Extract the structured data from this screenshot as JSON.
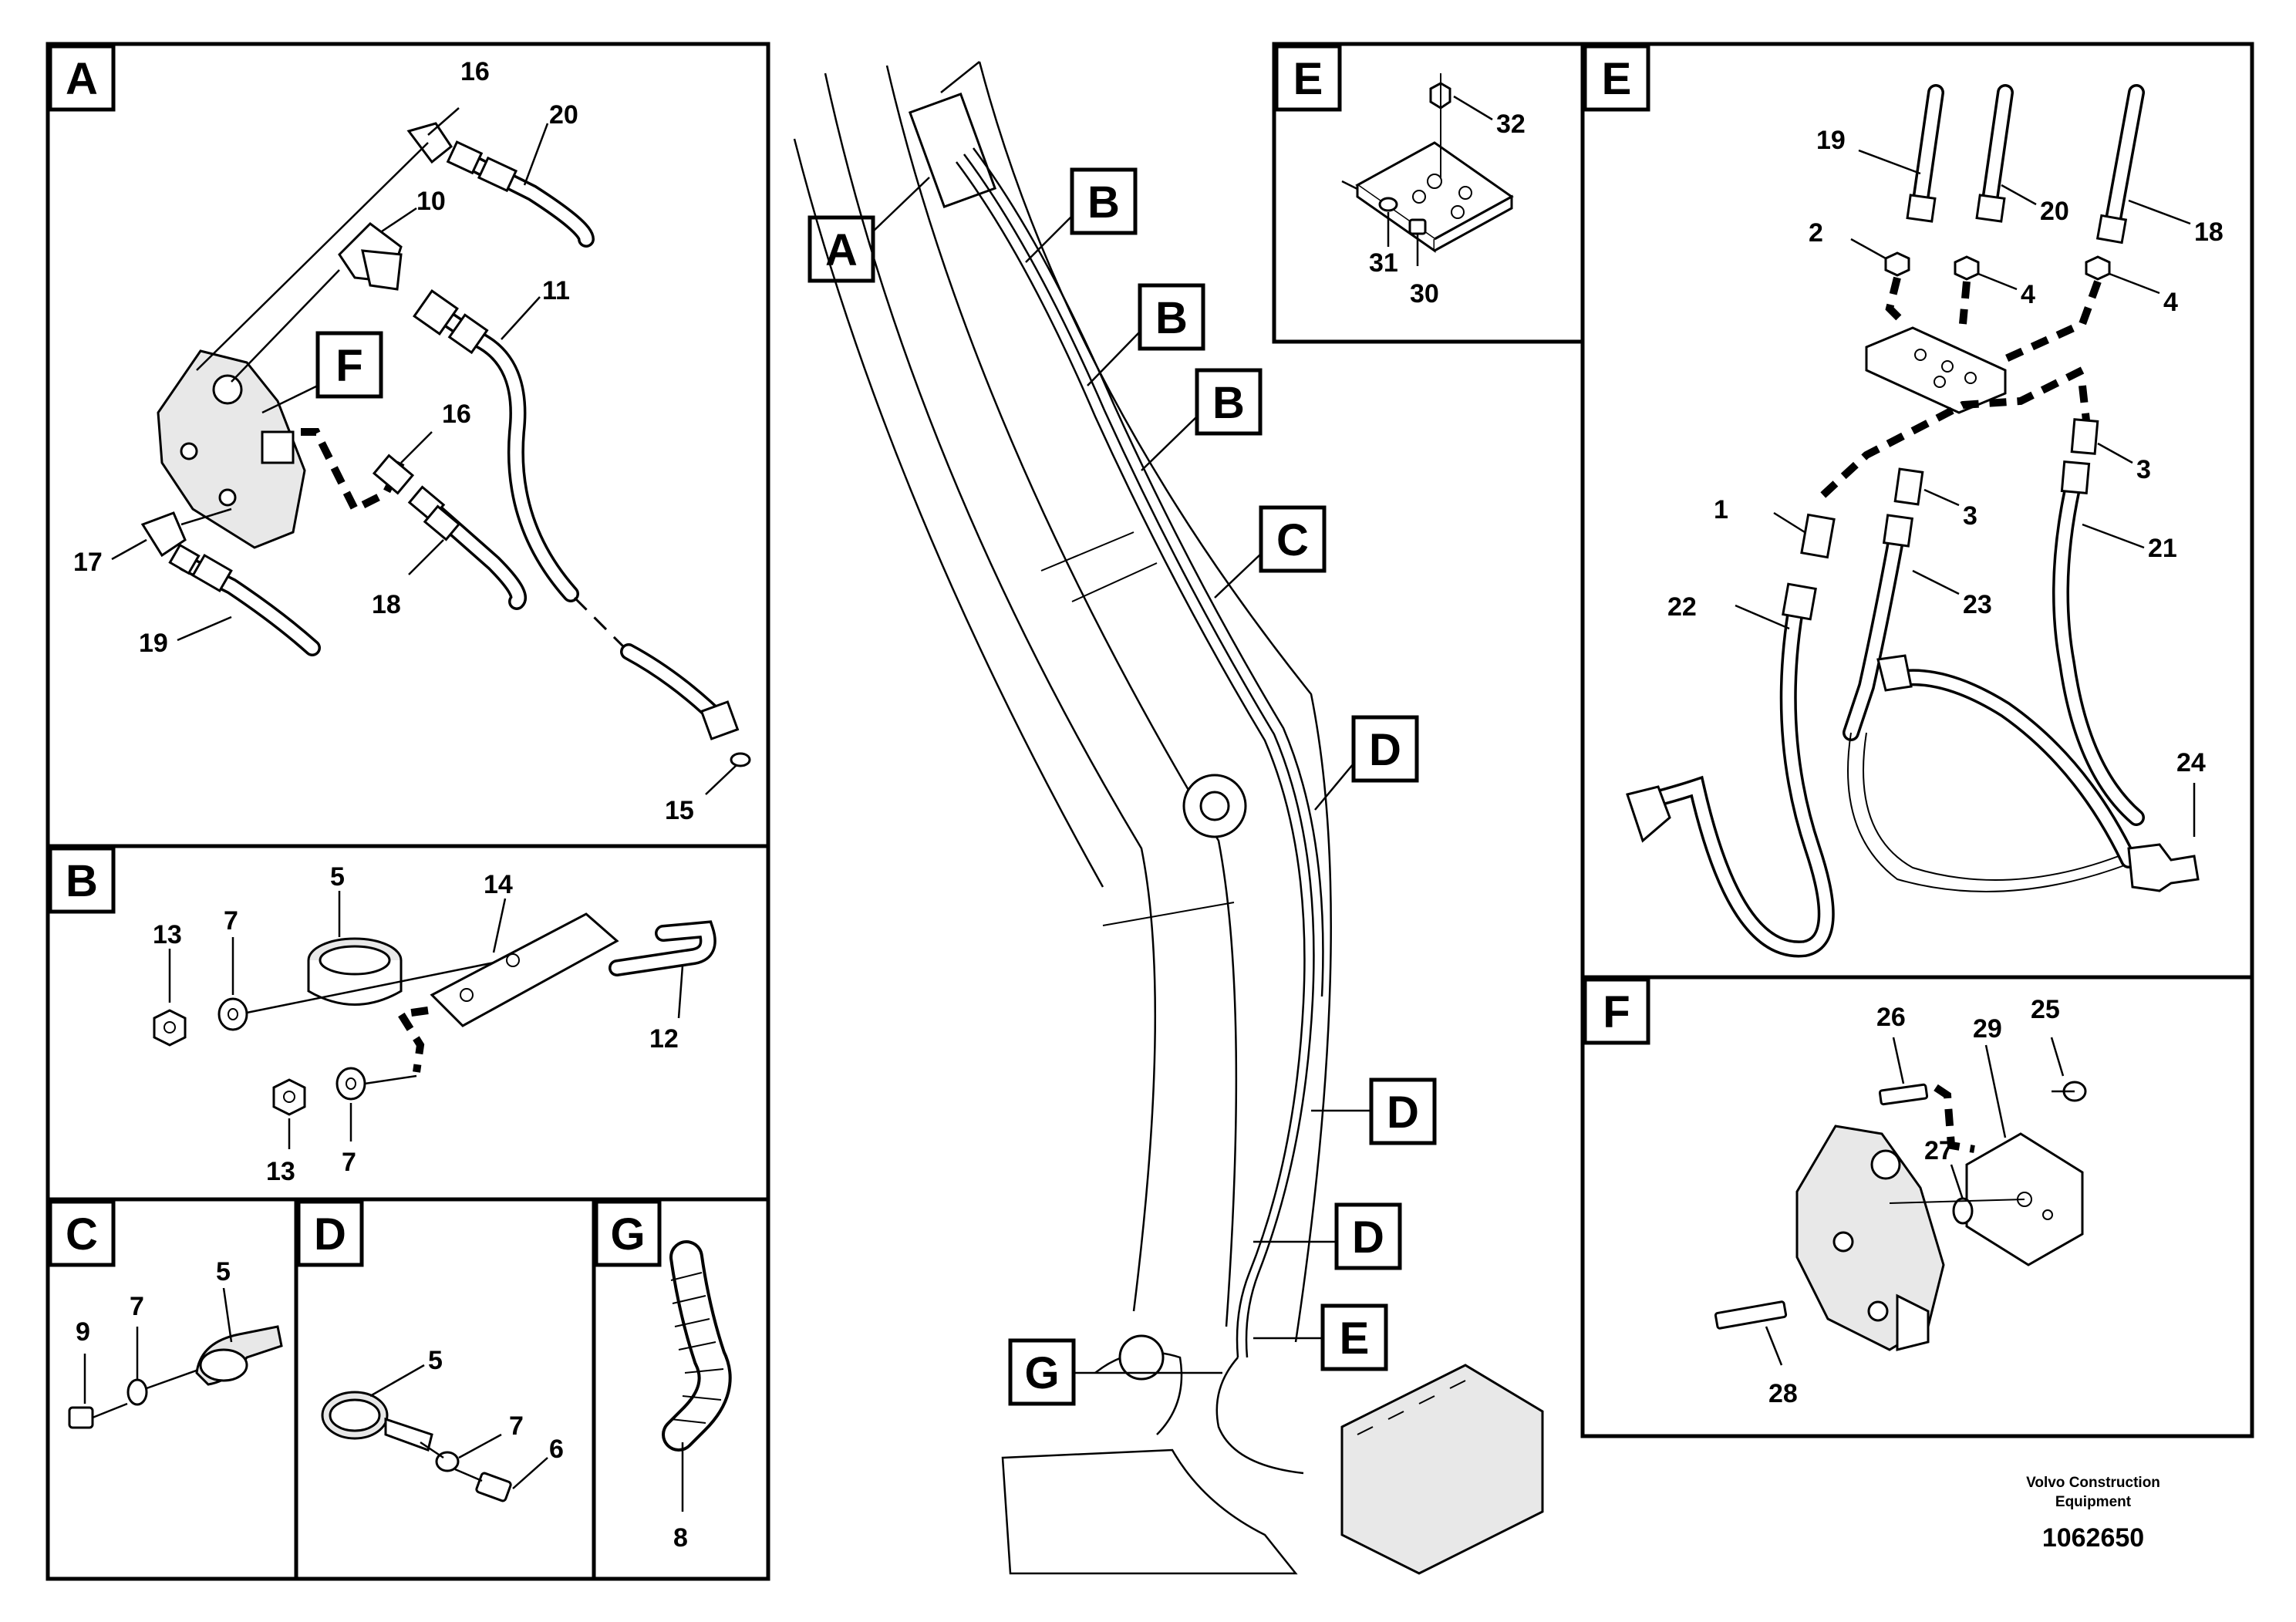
{
  "panels": {
    "A": {
      "tag": "A",
      "callouts": {
        "c16a": "16",
        "c20": "20",
        "c10": "10",
        "c11": "11",
        "c16b": "16",
        "c17": "17",
        "c18": "18",
        "c19": "19",
        "c15": "15"
      },
      "inset_tag": "F"
    },
    "B": {
      "tag": "B",
      "callouts": {
        "c13a": "13",
        "c7a": "7",
        "c5": "5",
        "c14": "14",
        "c12": "12",
        "c13b": "13",
        "c7b": "7"
      }
    },
    "C": {
      "tag": "C",
      "callouts": {
        "c9": "9",
        "c7": "7",
        "c5": "5"
      }
    },
    "D": {
      "tag": "D",
      "callouts": {
        "c5": "5",
        "c7": "7",
        "c6": "6"
      }
    },
    "G": {
      "tag": "G",
      "callouts": {
        "c8": "8"
      }
    },
    "E_small": {
      "tag": "E",
      "callouts": {
        "c32": "32",
        "c31": "31",
        "c30": "30"
      }
    },
    "E_large": {
      "tag": "E",
      "callouts": {
        "c19": "19",
        "c20": "20",
        "c18": "18",
        "c2": "2",
        "c4a": "4",
        "c4b": "4",
        "c3a": "3",
        "c1": "1",
        "c3b": "3",
        "c21": "21",
        "c22": "22",
        "c23": "23",
        "c24": "24"
      }
    },
    "F": {
      "tag": "F",
      "callouts": {
        "c26": "26",
        "c29": "29",
        "c25": "25",
        "c27": "27",
        "c28": "28"
      }
    }
  },
  "boom_view": {
    "location_tags": [
      "A",
      "B",
      "B",
      "B",
      "C",
      "D",
      "D",
      "D",
      "E",
      "G"
    ]
  },
  "footer": {
    "company_line1": "Volvo Construction",
    "company_line2": "Equipment",
    "doc_number": "1062650"
  }
}
